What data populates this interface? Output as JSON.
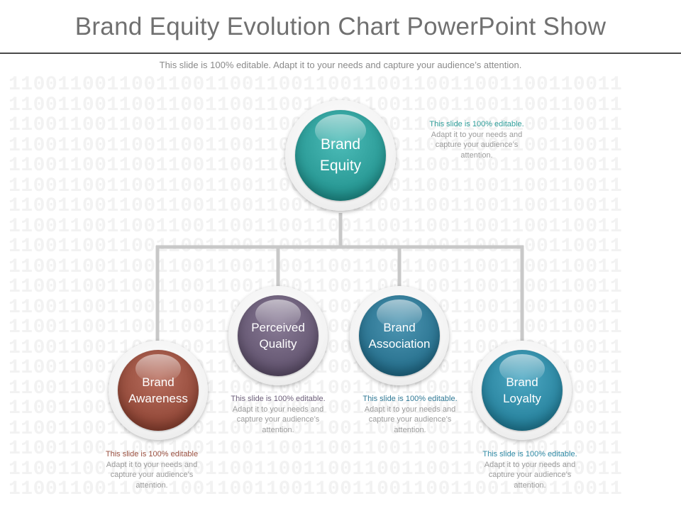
{
  "title": "Brand Equity Evolution Chart PowerPoint Show",
  "subtitle": "This slide is 100% editable. Adapt it to your needs and capture your audience’s attention.",
  "colors": {
    "equity": "#2e9e9a",
    "awareness": "#9a5040",
    "quality": "#6b5d78",
    "association": "#2f7895",
    "loyalty": "#2f8aa5",
    "connector": "#c8c8c8"
  },
  "nodes": {
    "equity": {
      "line1": "Brand",
      "line2": "Equity"
    },
    "awareness": {
      "line1": "Brand",
      "line2": "Awareness"
    },
    "quality": {
      "line1": "Perceived",
      "line2": "Quality"
    },
    "association": {
      "line1": "Brand",
      "line2": "Association"
    },
    "loyalty": {
      "line1": "Brand",
      "line2": "Loyalty"
    }
  },
  "descriptions": {
    "equity": {
      "heading": "This slide is 100% editable.",
      "body": "Adapt it to your needs and capture your audience’s attention."
    },
    "awareness": {
      "heading": "This slide is 100% editable",
      "body": "Adapt it to your needs and capture your audience’s attention."
    },
    "quality": {
      "heading": "This slide is 100% editable.",
      "body": "Adapt it to your needs and capture your audience’s attention."
    },
    "association": {
      "heading": "This slide is 100% editable.",
      "body": "Adapt it to your needs and capture your audience’s attention."
    },
    "loyalty": {
      "heading": "This slide is 100% editable.",
      "body": "Adapt it to your needs and capture your audience’s attention."
    }
  }
}
